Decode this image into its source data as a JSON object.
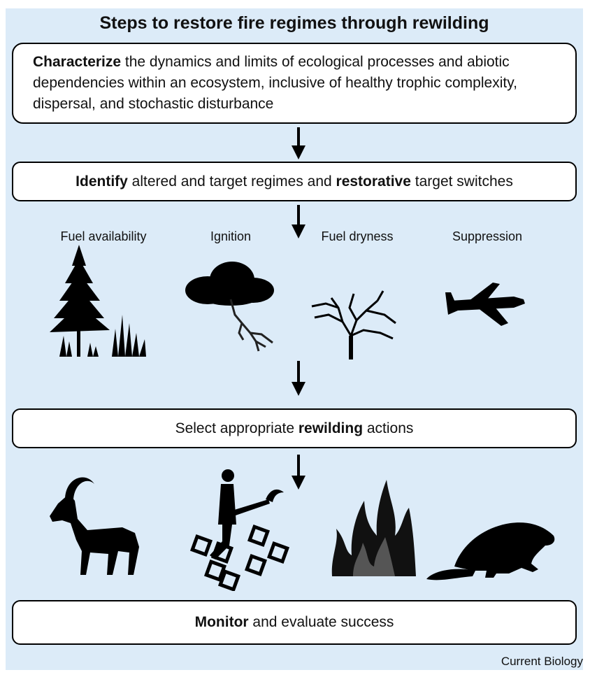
{
  "title": "Steps to restore fire regimes through rewilding",
  "steps": [
    {
      "bold": "Characterize",
      "text": " the dynamics and limits of ecological processes and abiotic dependencies within an ecosystem, inclusive of healthy trophic complexity, dispersal, and stochastic disturbance"
    },
    {
      "bold_a": "Identify",
      "text_a": " altered and target regimes and ",
      "bold_b": "restorative",
      "text_b": " target switches"
    },
    {
      "text_a": "Select appropriate ",
      "bold": "rewilding",
      "text_b": " actions"
    },
    {
      "bold": "Monitor",
      "text": " and evaluate success"
    }
  ],
  "drivers": [
    {
      "label": "Fuel availability",
      "icon": "tree-and-grass-icon"
    },
    {
      "label": "Ignition",
      "icon": "lightning-cloud-icon"
    },
    {
      "label": "Fuel dryness",
      "icon": "dead-tree-icon"
    },
    {
      "label": "Suppression",
      "icon": "water-bomber-plane-icon"
    }
  ],
  "actions": [
    {
      "icon": "ibex-icon"
    },
    {
      "icon": "prescribed-burn-person-icon"
    },
    {
      "icon": "fire-icon"
    },
    {
      "icon": "beaver-icon"
    }
  ],
  "credit": "Current Biology",
  "colors": {
    "panel": "#dcebf8",
    "box": "#ffffff",
    "ink": "#000000"
  }
}
